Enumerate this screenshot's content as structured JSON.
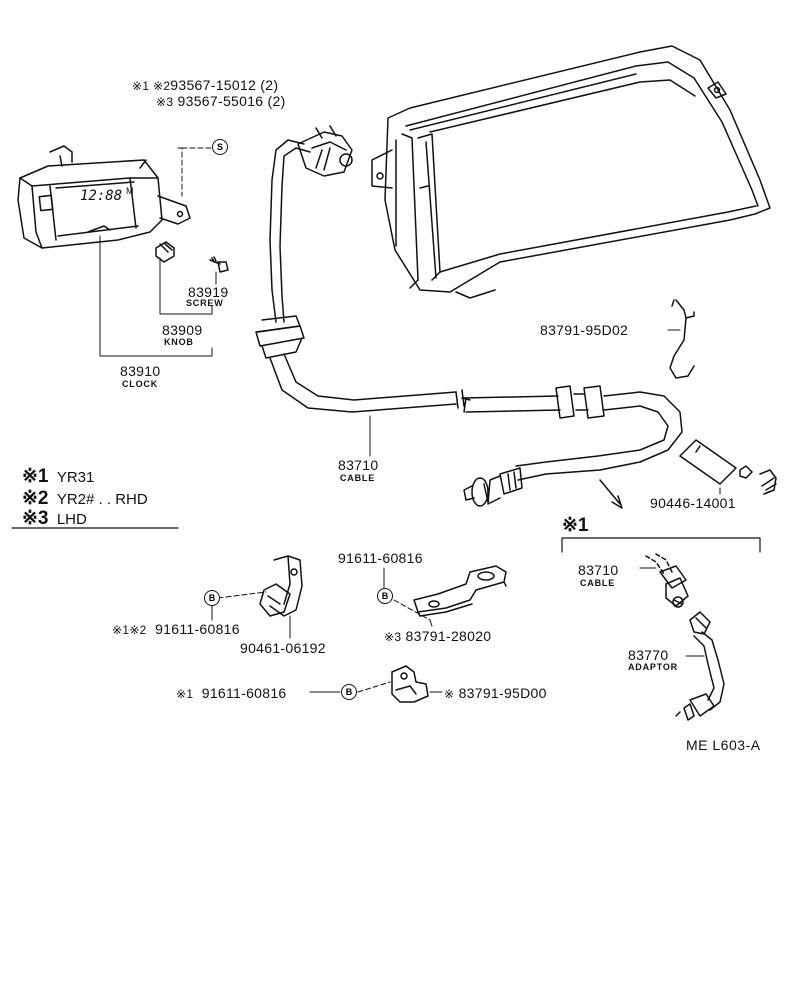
{
  "header_parts": {
    "line1_marks": "※1 ※2",
    "line1_part": "93567-15012 (2)",
    "line2_mark": "※3",
    "line2_part": "93567-55016 (2)"
  },
  "clock_face": "12:88",
  "clock_face_mark": "M",
  "parts": {
    "screw": {
      "number": "83919",
      "name": "SCREW"
    },
    "knob": {
      "number": "83909",
      "name": "KNOB"
    },
    "clock": {
      "number": "83910",
      "name": "CLOCK"
    },
    "cable_main": {
      "number": "83710",
      "name": "CABLE"
    },
    "hook": {
      "number": "83791-95D02"
    },
    "sleeve": {
      "number": "90446-14001"
    },
    "detail_cable": {
      "number": "83710",
      "name": "CABLE"
    },
    "adaptor": {
      "number": "83770",
      "name": "ADAPTOR"
    },
    "clamp_a": {
      "number": "90461-06192"
    },
    "bolt_a": {
      "marks": "※1※2",
      "number": "91611-60816"
    },
    "bolt_b": {
      "number": "91611-60816"
    },
    "bracket_b": {
      "mark": "※3",
      "number": "83791-28020"
    },
    "bolt_c": {
      "mark": "※1",
      "number": "91611-60816"
    },
    "clamp_c": {
      "mark": "※",
      "number": "83791-95D00"
    }
  },
  "symbols": {
    "screw_s": "S",
    "bolt": "B"
  },
  "legend": [
    {
      "mark": "※1",
      "text": "YR31"
    },
    {
      "mark": "※2",
      "text": "YR2# . . RHD"
    },
    {
      "mark": "※3",
      "text": "LHD"
    }
  ],
  "detail_heading": "※1",
  "diagram_code": "ME L603-A"
}
